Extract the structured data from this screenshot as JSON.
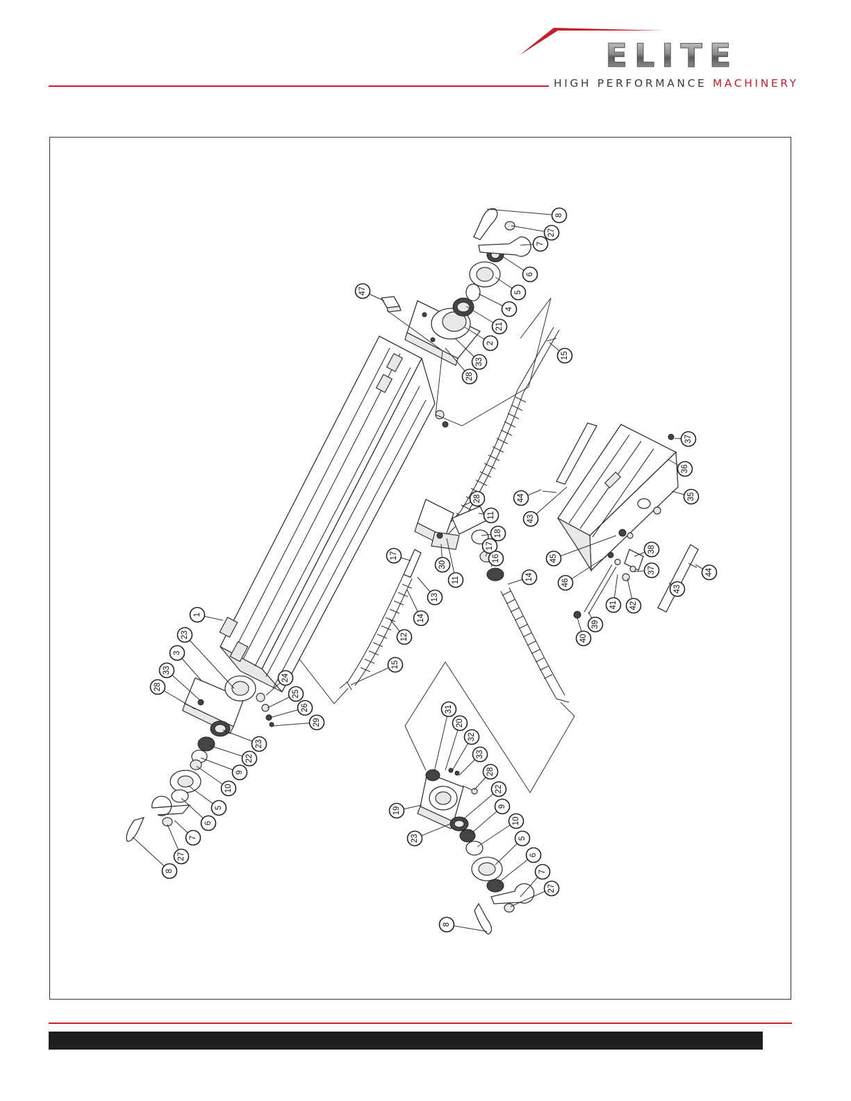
{
  "brand": {
    "logo_word": "ELITE",
    "tagline_main": "HIGH PERFORMANCE",
    "tagline_accent": "MACHINERY",
    "accent_color": "#c8202a"
  },
  "diagram": {
    "callouts": [
      {
        "id": "c8a",
        "label": "8"
      },
      {
        "id": "c27a",
        "label": "27"
      },
      {
        "id": "c7a",
        "label": "7"
      },
      {
        "id": "c6a",
        "label": "6"
      },
      {
        "id": "c5a",
        "label": "5"
      },
      {
        "id": "c4a",
        "label": "4"
      },
      {
        "id": "c21",
        "label": "21"
      },
      {
        "id": "c2",
        "label": "2"
      },
      {
        "id": "c33a",
        "label": "33"
      },
      {
        "id": "c28a",
        "label": "28"
      },
      {
        "id": "c47",
        "label": "47"
      },
      {
        "id": "c15a",
        "label": "15"
      },
      {
        "id": "c37a",
        "label": "37"
      },
      {
        "id": "c36",
        "label": "36"
      },
      {
        "id": "c35",
        "label": "35"
      },
      {
        "id": "c44a",
        "label": "44"
      },
      {
        "id": "c43a",
        "label": "43"
      },
      {
        "id": "c28b",
        "label": "28"
      },
      {
        "id": "c11a",
        "label": "11"
      },
      {
        "id": "c18",
        "label": "18"
      },
      {
        "id": "c17a",
        "label": "17"
      },
      {
        "id": "c16",
        "label": "16"
      },
      {
        "id": "c14a",
        "label": "14"
      },
      {
        "id": "c17b",
        "label": "17"
      },
      {
        "id": "c30",
        "label": "30"
      },
      {
        "id": "c11b",
        "label": "11"
      },
      {
        "id": "c13",
        "label": "13"
      },
      {
        "id": "c14b",
        "label": "14"
      },
      {
        "id": "c12",
        "label": "12"
      },
      {
        "id": "c45",
        "label": "45"
      },
      {
        "id": "c38",
        "label": "38"
      },
      {
        "id": "c46",
        "label": "46"
      },
      {
        "id": "c37b",
        "label": "37"
      },
      {
        "id": "c44b",
        "label": "44"
      },
      {
        "id": "c43b",
        "label": "43"
      },
      {
        "id": "c41",
        "label": "41"
      },
      {
        "id": "c42",
        "label": "42"
      },
      {
        "id": "c39",
        "label": "39"
      },
      {
        "id": "c40",
        "label": "40"
      },
      {
        "id": "c1",
        "label": "1"
      },
      {
        "id": "c23a",
        "label": "23"
      },
      {
        "id": "c3",
        "label": "3"
      },
      {
        "id": "c33b",
        "label": "33"
      },
      {
        "id": "c28c",
        "label": "28"
      },
      {
        "id": "c15b",
        "label": "15"
      },
      {
        "id": "c24",
        "label": "24"
      },
      {
        "id": "c25",
        "label": "25"
      },
      {
        "id": "c26",
        "label": "26"
      },
      {
        "id": "c29",
        "label": "29"
      },
      {
        "id": "c23b",
        "label": "23"
      },
      {
        "id": "c22a",
        "label": "22"
      },
      {
        "id": "c9a",
        "label": "9"
      },
      {
        "id": "c10a",
        "label": "10"
      },
      {
        "id": "c5b",
        "label": "5"
      },
      {
        "id": "c6b",
        "label": "6"
      },
      {
        "id": "c7b",
        "label": "7"
      },
      {
        "id": "c27b",
        "label": "27"
      },
      {
        "id": "c8b",
        "label": "8"
      },
      {
        "id": "c31",
        "label": "31"
      },
      {
        "id": "c20",
        "label": "20"
      },
      {
        "id": "c32",
        "label": "32"
      },
      {
        "id": "c33c",
        "label": "33"
      },
      {
        "id": "c28d",
        "label": "28"
      },
      {
        "id": "c22b",
        "label": "22"
      },
      {
        "id": "c9b",
        "label": "9"
      },
      {
        "id": "c10b",
        "label": "10"
      },
      {
        "id": "c5c",
        "label": "5"
      },
      {
        "id": "c6c",
        "label": "6"
      },
      {
        "id": "c7c",
        "label": "7"
      },
      {
        "id": "c27c",
        "label": "27"
      },
      {
        "id": "c8c",
        "label": "8"
      },
      {
        "id": "c19",
        "label": "19"
      },
      {
        "id": "c23c",
        "label": "23"
      }
    ]
  }
}
